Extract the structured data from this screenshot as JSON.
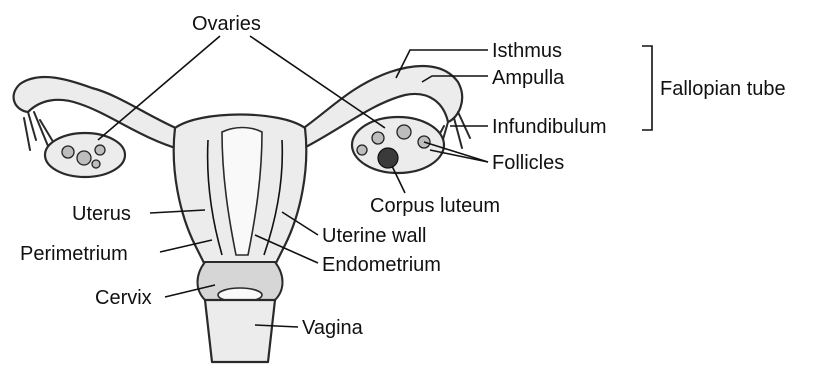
{
  "labels": {
    "ovaries": "Ovaries",
    "isthmus": "Isthmus",
    "ampulla": "Ampulla",
    "infundibulum": "Infundibulum",
    "fallopian_tube": "Fallopian tube",
    "follicles": "Follicles",
    "corpus_luteum": "Corpus luteum",
    "uterus": "Uterus",
    "uterine_wall": "Uterine wall",
    "perimetrium": "Perimetrium",
    "endometrium": "Endometrium",
    "cervix": "Cervix",
    "vagina": "Vagina"
  }
}
